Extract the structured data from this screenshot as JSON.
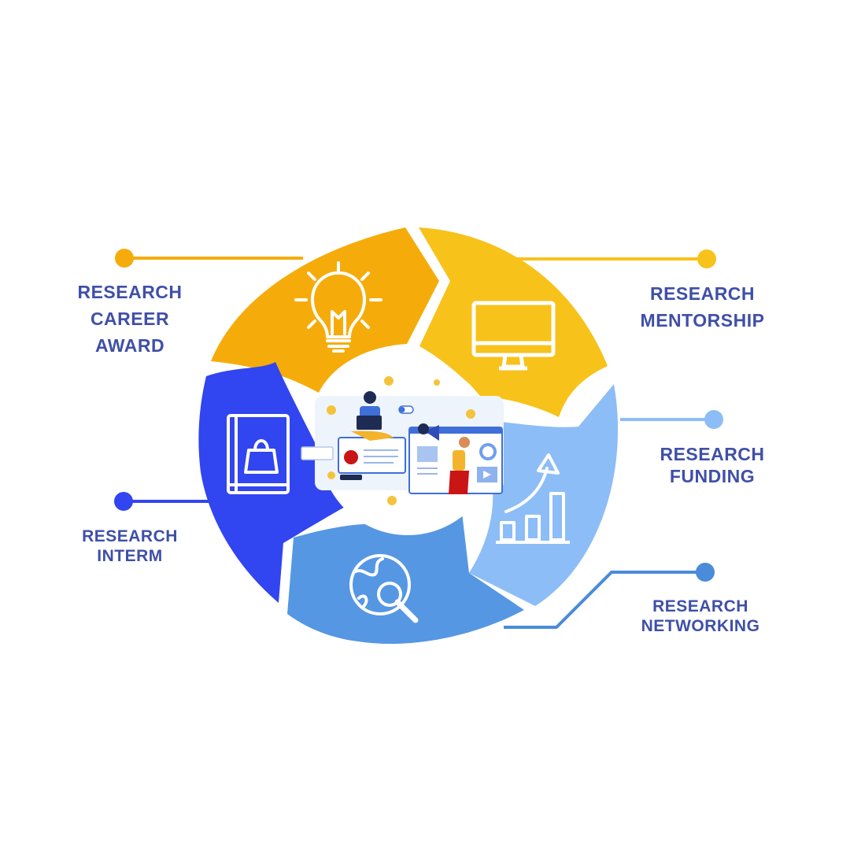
{
  "diagram": {
    "segments": [
      {
        "id": "career",
        "icon": "lightbulb-icon",
        "color": "#F5AC0B",
        "label_lines": [
          "RESEARCH",
          "CAREER",
          "AWARD"
        ]
      },
      {
        "id": "mentor",
        "icon": "monitor-icon",
        "color": "#F7C21A",
        "label_lines": [
          "RESEARCH",
          "MENTORSHIP"
        ]
      },
      {
        "id": "funding",
        "icon": "growth-chart-icon",
        "color": "#8DBDF6",
        "label_lines": [
          "RESEARCH",
          "FUNDING"
        ]
      },
      {
        "id": "network",
        "icon": "globe-search-icon",
        "color": "#5597E3",
        "label_lines": [
          "RESEARCH",
          "NETWORKING"
        ]
      },
      {
        "id": "interm",
        "icon": "book-bag-icon",
        "color": "#3145F0",
        "label_lines": [
          "RESEARCH",
          "INTERM"
        ]
      }
    ],
    "center_illustration": "digital-marketing-illustration",
    "colors": {
      "label_text": "#3F4FA8",
      "connector_career": "#F5AC0B",
      "connector_mentor": "#F7C21A",
      "connector_funding": "#8DBDF6",
      "connector_network": "#4A8BDA",
      "connector_interm": "#3145F0"
    }
  }
}
